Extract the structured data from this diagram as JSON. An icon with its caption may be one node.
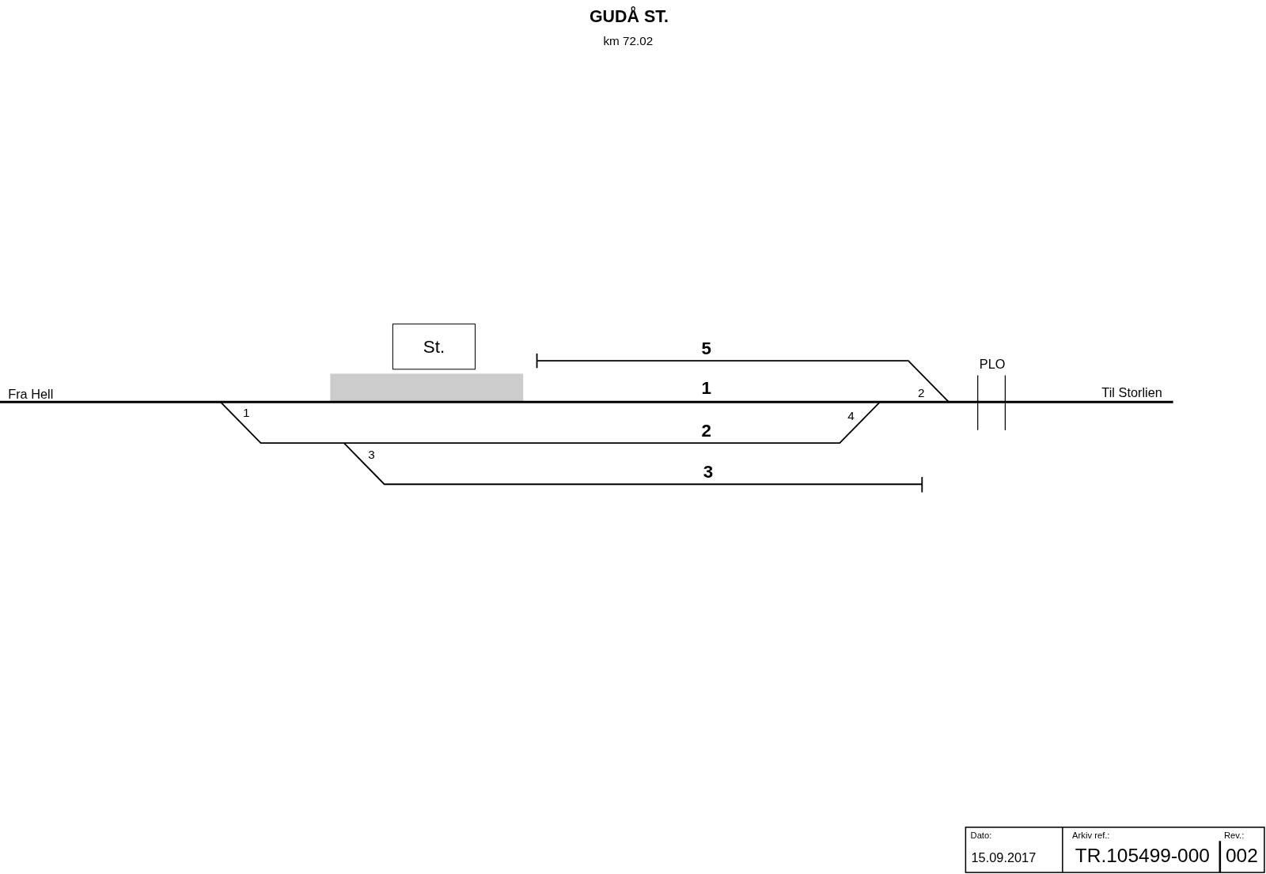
{
  "diagram": {
    "title": "GUDÅ ST.",
    "nodes": [
      {
        "text": [
          "St."
        ]
      }
    ],
    "edges": [],
    "labels": [
      "km 72.02",
      "5",
      "PLO",
      "Fra Hell",
      "1",
      "2",
      "Til Storlien",
      "1",
      "4",
      "2",
      "3",
      "3",
      "Dato:",
      "Arkiv ref.:",
      "Rev.:",
      "15.09.2017",
      "TR.105499-000",
      "002"
    ]
  }
}
